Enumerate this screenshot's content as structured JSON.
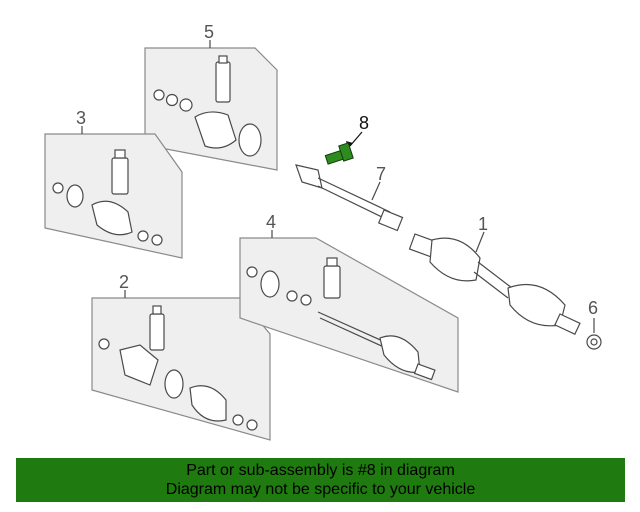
{
  "callouts": {
    "c1": "1",
    "c2": "2",
    "c3": "3",
    "c4": "4",
    "c5": "5",
    "c6": "6",
    "c7": "7",
    "c8": "8"
  },
  "highlight_color": "#2e8b1e",
  "banner": {
    "line1": "Part or sub-assembly is #8 in diagram",
    "line2": "Diagram may not be specific to your vehicle",
    "background": "#1f7a0f"
  }
}
